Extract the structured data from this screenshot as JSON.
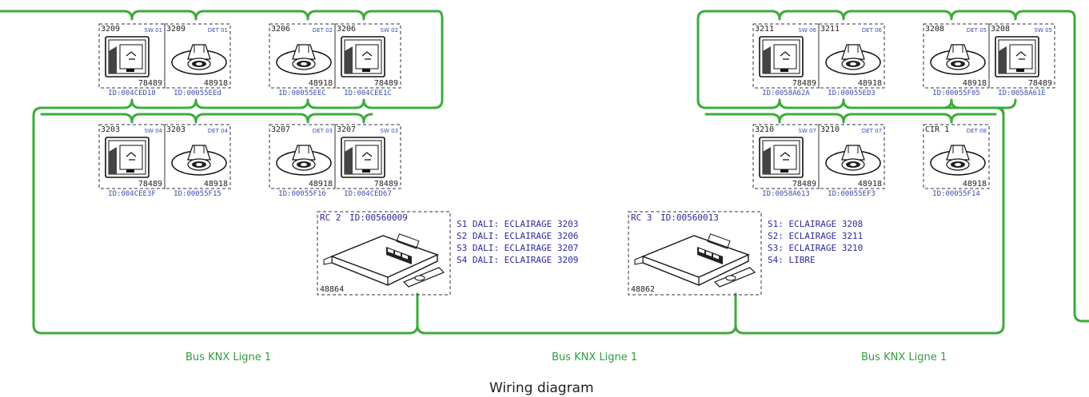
{
  "caption": "Wiring diagram",
  "bus_label": "Bus KNX Ligne 1",
  "devices": [
    {
      "room": "3209",
      "tag": "SW 01",
      "ref": "78489",
      "id": "ID:004CED18",
      "kind": "switch"
    },
    {
      "room": "3209",
      "tag": "DET 01",
      "ref": "48918",
      "id": "ID:00055EEd",
      "kind": "detector"
    },
    {
      "room": "3206",
      "tag": "DET 02",
      "ref": "48918",
      "id": "ID:00055EEC",
      "kind": "detector"
    },
    {
      "room": "3206",
      "tag": "SW 02",
      "ref": "78489",
      "id": "ID:004CEE1C",
      "kind": "switch"
    },
    {
      "room": "3203",
      "tag": "SW 04",
      "ref": "78489",
      "id": "ID:004CEE3F",
      "kind": "switch"
    },
    {
      "room": "3203",
      "tag": "DET 04",
      "ref": "48918",
      "id": "ID:00055F15",
      "kind": "detector"
    },
    {
      "room": "3207",
      "tag": "DET 03",
      "ref": "48918",
      "id": "ID:00055F16",
      "kind": "detector"
    },
    {
      "room": "3207",
      "tag": "SW 03",
      "ref": "78489",
      "id": "ID:004CED67",
      "kind": "switch"
    },
    {
      "room": "3211",
      "tag": "SW 06",
      "ref": "78489",
      "id": "ID:0058A62A",
      "kind": "switch"
    },
    {
      "room": "3211",
      "tag": "DET 06",
      "ref": "48918",
      "id": "ID:00055ED3",
      "kind": "detector"
    },
    {
      "room": "3208",
      "tag": "DET 05",
      "ref": "48918",
      "id": "ID:00055F05",
      "kind": "detector"
    },
    {
      "room": "3208",
      "tag": "SW 05",
      "ref": "78489",
      "id": "ID:0058A61E",
      "kind": "switch"
    },
    {
      "room": "3210",
      "tag": "SW 07",
      "ref": "78489",
      "id": "ID:0058A613",
      "kind": "switch"
    },
    {
      "room": "3210",
      "tag": "DET 07",
      "ref": "48918",
      "id": "ID:00055EF3",
      "kind": "detector"
    },
    {
      "room": "CIR 1",
      "tag": "DET 08",
      "ref": "48918",
      "id": "ID:00055F14",
      "kind": "detector"
    }
  ],
  "controllers": [
    {
      "name": "RC 2",
      "id": "ID:00560009",
      "ref": "48864",
      "outputs": [
        "S1 DALI: ECLAIRAGE 3203",
        "S2 DALI: ECLAIRAGE 3206",
        "S3 DALI: ECLAIRAGE 3207",
        "S4 DALI: ECLAIRAGE 3209"
      ]
    },
    {
      "name": "RC 3",
      "id": "ID:00560013",
      "ref": "48862",
      "outputs": [
        "S1: ECLAIRAGE 3208",
        "S2: ECLAIRAGE 3211",
        "S3: ECLAIRAGE 3210",
        "S4: LIBRE"
      ]
    }
  ]
}
